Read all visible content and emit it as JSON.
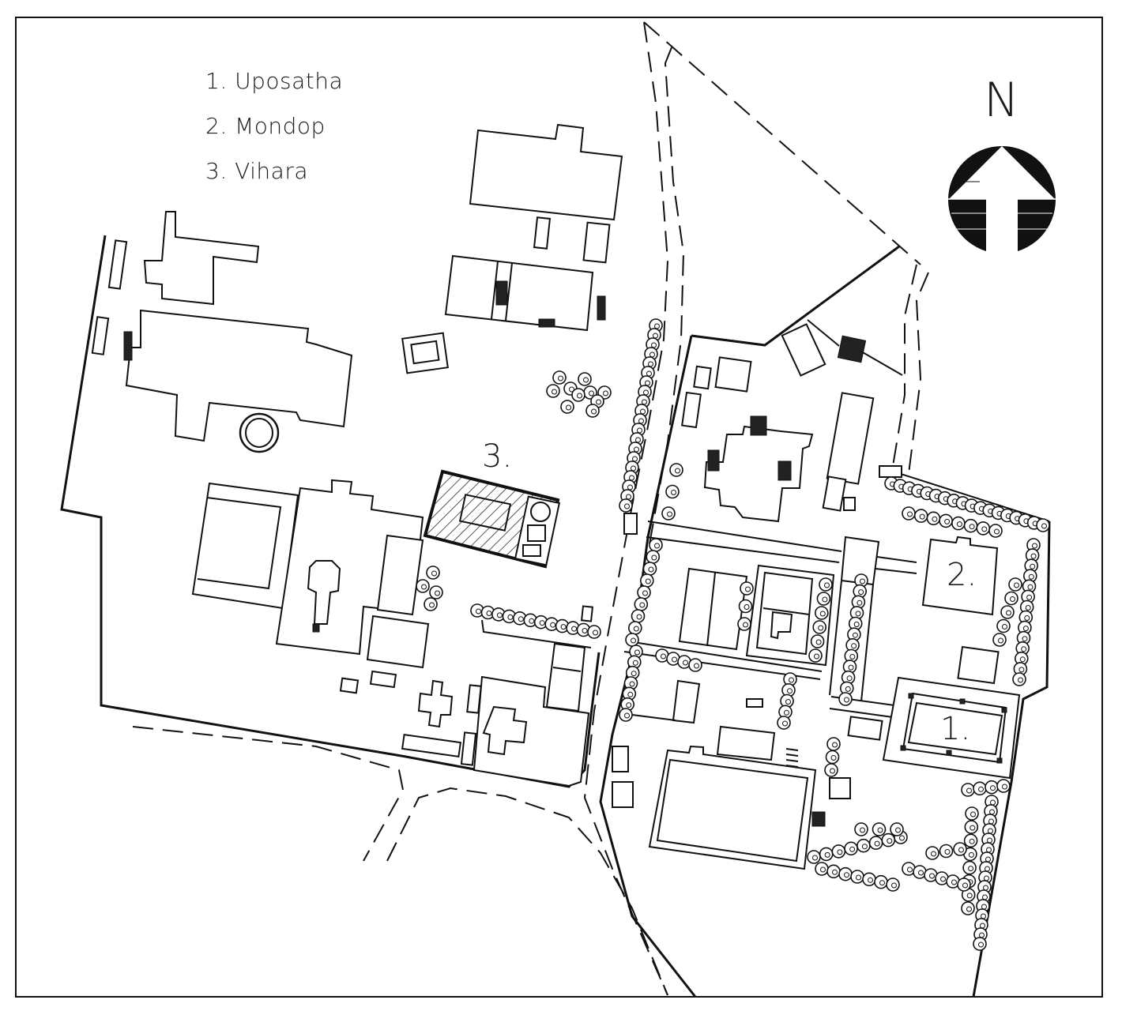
{
  "legend": {
    "item1": "1. Uposatha",
    "item2": "2. Mondop",
    "item3": "3. Vihara"
  },
  "labels": {
    "uposatha": "1.",
    "mondop": "2.",
    "vihara": "3."
  },
  "north": {
    "letter": "N",
    "icon": "north-arrow-icon"
  },
  "colors": {
    "line": "#111111",
    "background": "#ffffff"
  }
}
